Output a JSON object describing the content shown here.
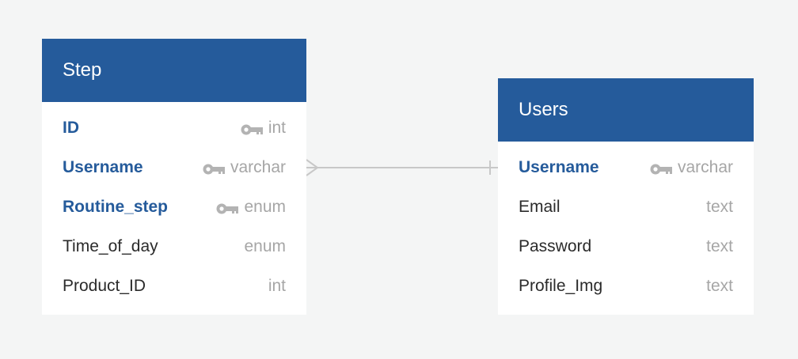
{
  "diagram": {
    "tables": [
      {
        "id": "step",
        "title": "Step",
        "columns": [
          {
            "name": "ID",
            "type": "int",
            "key": true
          },
          {
            "name": "Username",
            "type": "varchar",
            "key": true
          },
          {
            "name": "Routine_step",
            "type": "enum",
            "key": true
          },
          {
            "name": "Time_of_day",
            "type": "enum",
            "key": false
          },
          {
            "name": "Product_ID",
            "type": "int",
            "key": false
          }
        ]
      },
      {
        "id": "users",
        "title": "Users",
        "columns": [
          {
            "name": "Username",
            "type": "varchar",
            "key": true
          },
          {
            "name": "Email",
            "type": "text",
            "key": false
          },
          {
            "name": "Password",
            "type": "text",
            "key": false
          },
          {
            "name": "Profile_Img",
            "type": "text",
            "key": false
          }
        ]
      }
    ],
    "relationship": {
      "from": "Step.Username",
      "to": "Users.Username",
      "from_cardinality": "many",
      "to_cardinality": "one"
    },
    "colors": {
      "header": "#255b9b",
      "key_text": "#255b9b",
      "type_text": "#a6a6a6",
      "connector": "#c8c8c8",
      "background": "#f4f5f5"
    }
  }
}
